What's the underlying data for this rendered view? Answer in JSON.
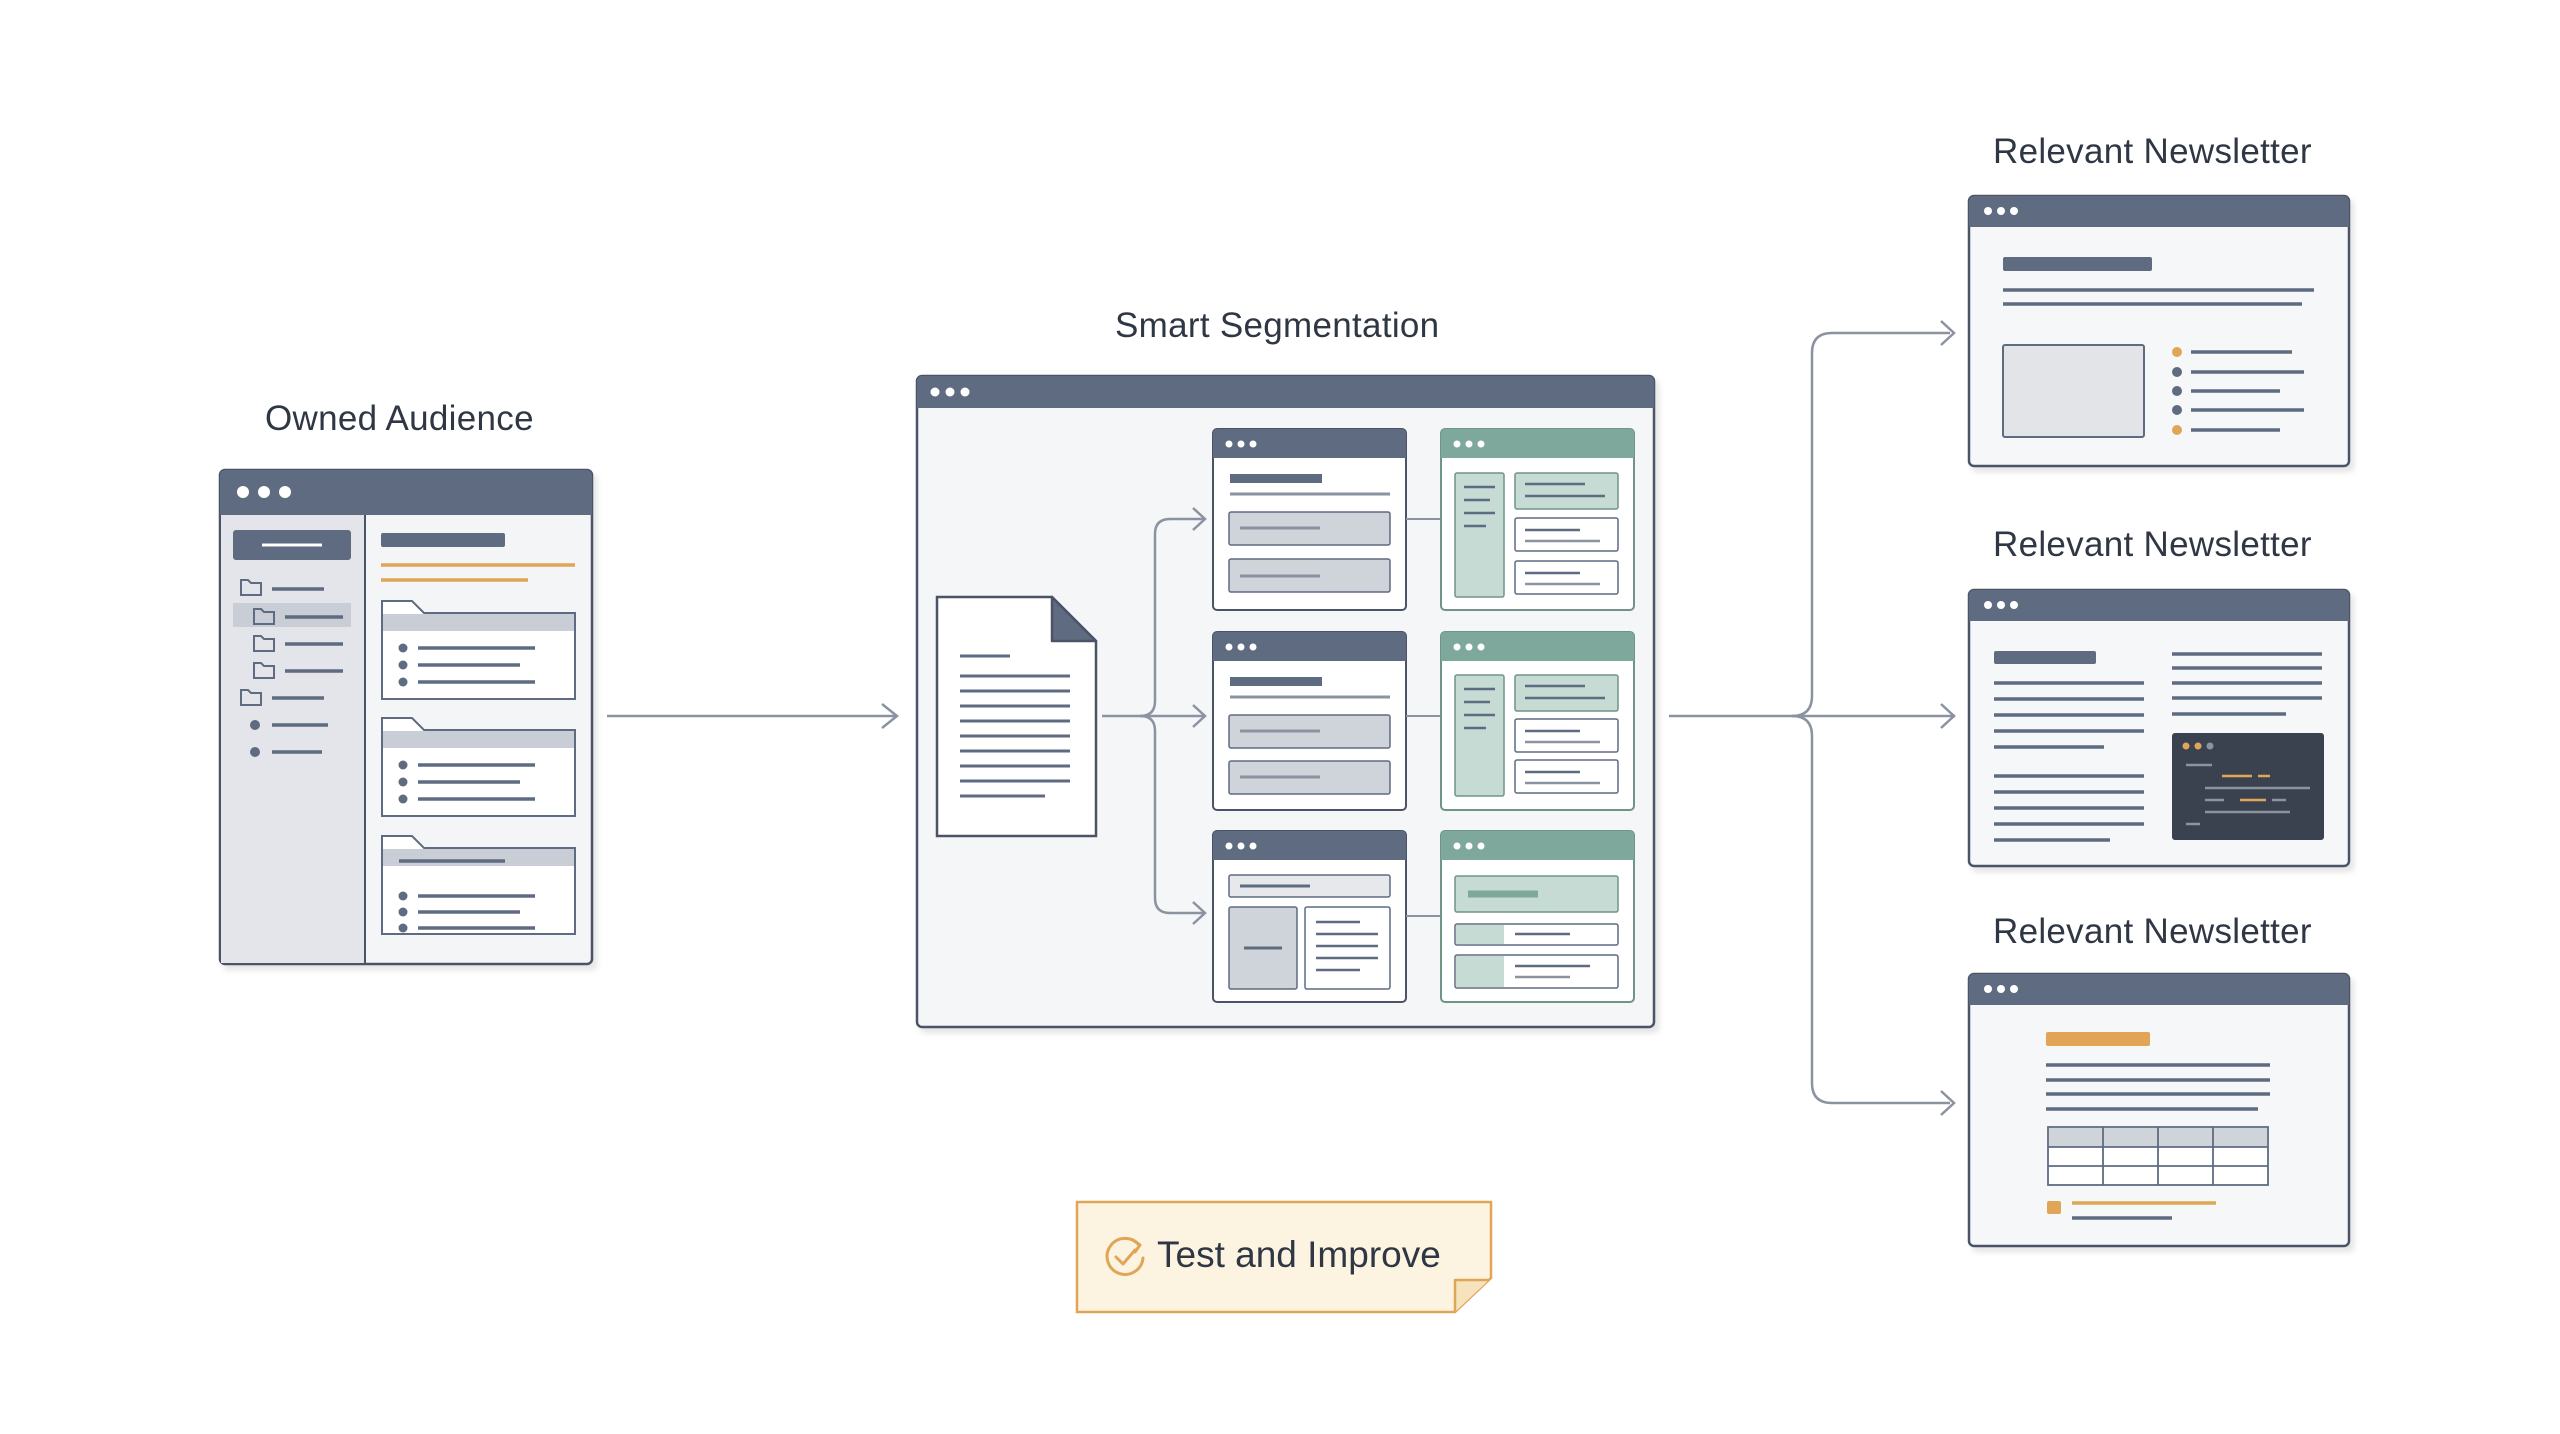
{
  "labels": {
    "owned_audience": "Owned Audience",
    "smart_segmentation": "Smart Segmentation",
    "newsletter_1": "Relevant Newsletter",
    "newsletter_2": "Relevant Newsletter",
    "newsletter_3": "Relevant Newsletter",
    "test_improve": "Test and Improve"
  },
  "colors": {
    "window_bar": "#5f6b80",
    "window_border": "#4a5466",
    "teal_bar": "#7fa89c",
    "teal_fill": "#c5dbd4",
    "accent_orange": "#e0a556",
    "note_fill": "#fdf3e1",
    "note_border": "#e0a556",
    "line_gray": "#8b93a1",
    "panel_gray": "#e6e8ec",
    "code_dark": "#3a4250"
  },
  "icons": {
    "note_icon": "refresh-check-icon",
    "document": "document-icon",
    "folder": "folder-icon"
  }
}
